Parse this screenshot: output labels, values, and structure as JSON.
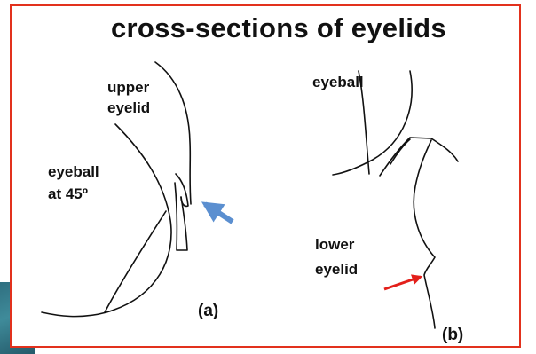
{
  "title": "cross-sections of eyelids",
  "panel_a": {
    "label_upper_eyelid_line1": "upper",
    "label_upper_eyelid_line2": "eyelid",
    "label_eyeball_line1": "eyeball",
    "label_eyeball_line2": "at 45º",
    "caption": "(a)",
    "arrow_color": "#5b8fd0"
  },
  "panel_b": {
    "label_eyeball": "eyeball",
    "label_lower_eyelid_line1": "lower",
    "label_lower_eyelid_line2": "eyelid",
    "caption": "(b)",
    "arrow_color": "#e3201b"
  },
  "colors": {
    "frame_border": "#e2311d",
    "line": "#111111"
  }
}
